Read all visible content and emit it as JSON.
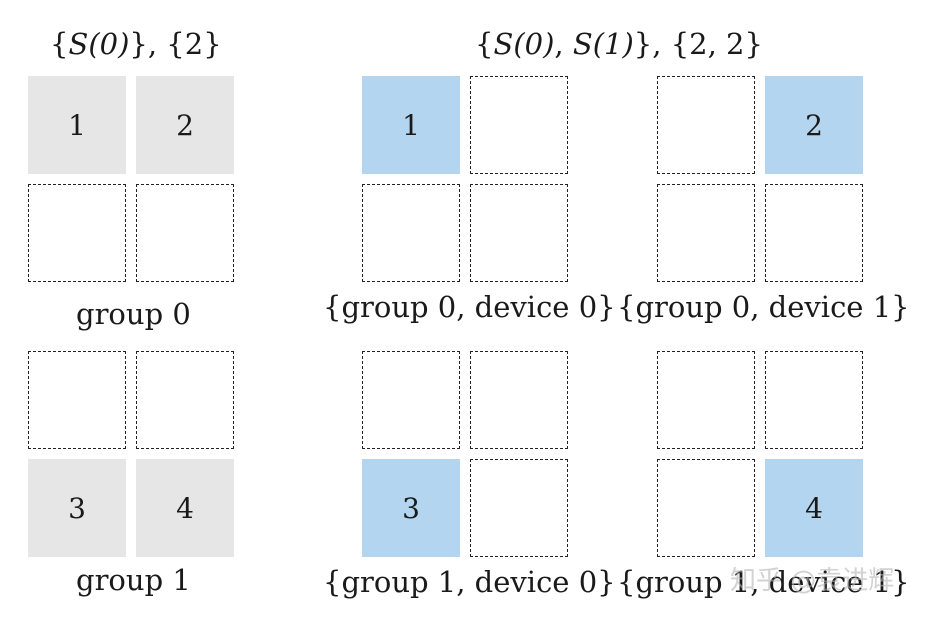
{
  "left_panel": {
    "title": {
      "sets": "S(0)",
      "sizes": "{2}"
    },
    "group0": {
      "label": "group 0",
      "cells": [
        "1",
        "2"
      ]
    },
    "group1": {
      "label": "group 1",
      "cells": [
        "3",
        "4"
      ]
    }
  },
  "right_panel": {
    "title": {
      "set_a": "S(0)",
      "set_b": "S(1)",
      "sizes": "{2, 2}"
    },
    "blocks": [
      {
        "label": "{group 0, device 0}",
        "value": "1"
      },
      {
        "label": "{group 0, device 1}",
        "value": "2"
      },
      {
        "label": "{group 1, device 0}",
        "value": "3"
      },
      {
        "label": "{group 1, device 1}",
        "value": "4"
      }
    ]
  },
  "colors": {
    "gray_fill": "#e6e6e6",
    "blue_fill": "#b3d5ef"
  },
  "watermark": "知乎 @袁进辉"
}
